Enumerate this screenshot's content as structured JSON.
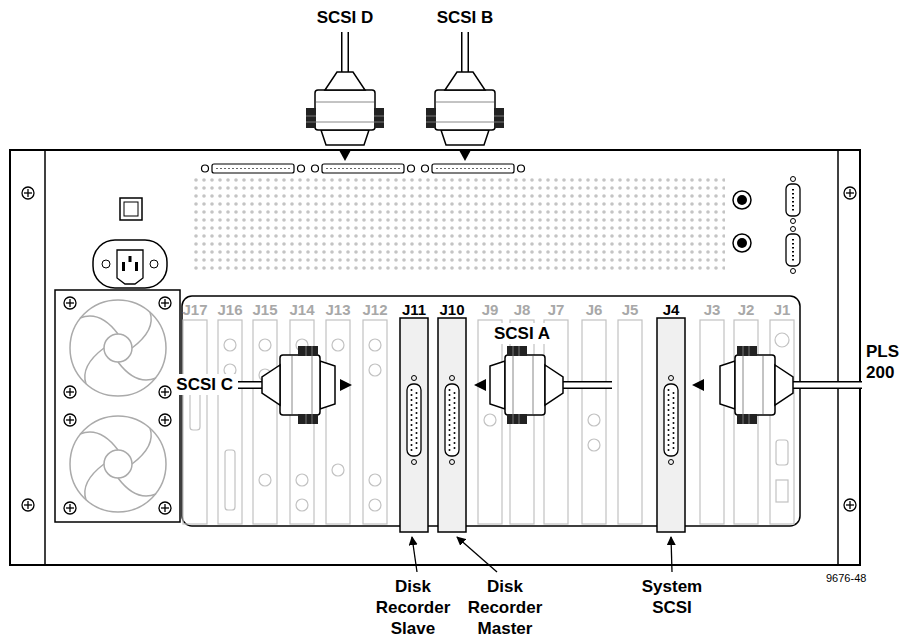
{
  "diagram": {
    "labels": [
      "SCSI D",
      "SCSI B",
      "J17",
      "J16",
      "J15",
      "J14",
      "J13",
      "J12",
      "J11",
      "J10",
      "J9",
      "J8",
      "J7",
      "J6",
      "J5",
      "J4",
      "J3",
      "J2",
      "J1",
      "SCSI A",
      "SCSI C",
      "PLS 200",
      "Disk Recorder Slave",
      "Disk Recorder Master",
      "System SCSI",
      "9676-48"
    ]
  }
}
